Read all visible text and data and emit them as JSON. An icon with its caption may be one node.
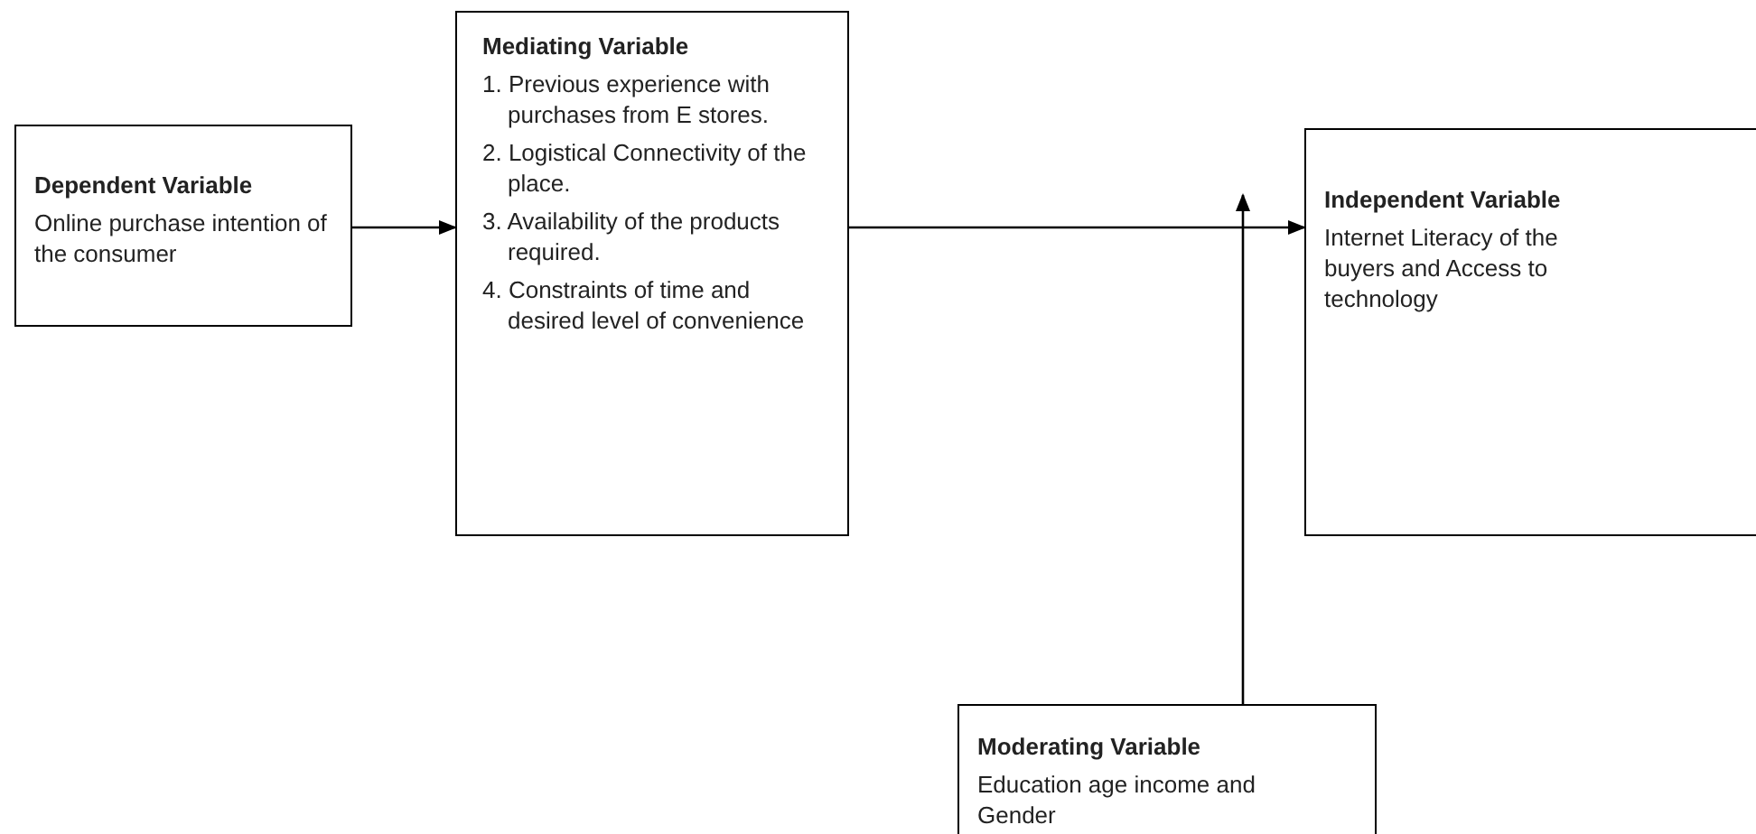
{
  "diagram": {
    "nodes": [
      {
        "text": [
          "Dependent Variable",
          "Online purchase intention of the consumer"
        ]
      },
      {
        "text": [
          "Mediating Variable",
          "1. Previous experience with purchases from E stores.",
          "2. Logistical Connectivity of the place.",
          "3. Availability of the products required.",
          "4. Constraints of time and desired level of convenience"
        ]
      },
      {
        "text": [
          "Independent Variable",
          "Internet Literacy of the buyers and Access to technology"
        ]
      },
      {
        "text": [
          "Moderating Variable",
          "Education age income and Gender"
        ]
      }
    ],
    "edges": [
      {
        "from": 0,
        "to": 1,
        "arrow": "to"
      },
      {
        "from": 1,
        "to": 2,
        "arrow": "to"
      },
      {
        "from": 3,
        "to": null,
        "arrow": "to"
      }
    ]
  }
}
